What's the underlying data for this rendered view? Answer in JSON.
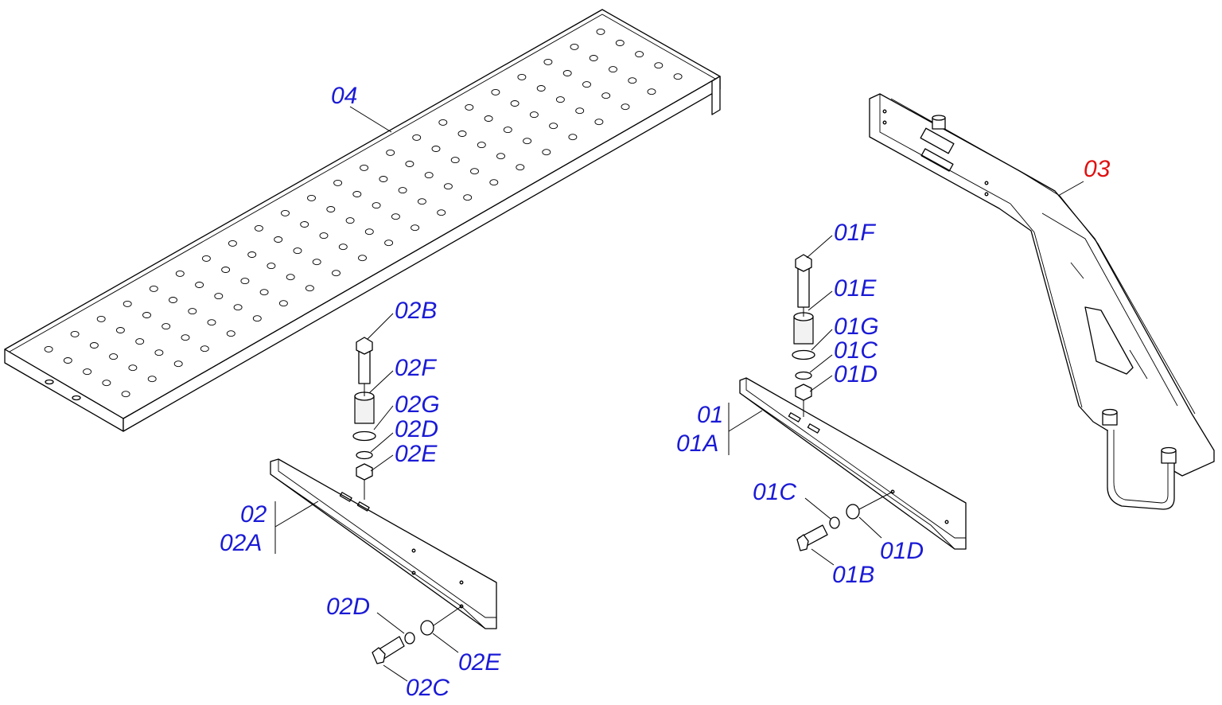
{
  "colors": {
    "label_blue": "#1a1ad6",
    "label_red": "#e01010",
    "line": "#000000"
  },
  "labels": {
    "l04": "04",
    "l03": "03",
    "l01F": "01F",
    "l01E": "01E",
    "l01G": "01G",
    "l01C_top": "01C",
    "l01D_top": "01D",
    "l01": "01",
    "l01A": "01A",
    "l01C_bot": "01C",
    "l01D_bot": "01D",
    "l01B": "01B",
    "l02B": "02B",
    "l02F": "02F",
    "l02G": "02G",
    "l02D_top": "02D",
    "l02E_top": "02E",
    "l02": "02",
    "l02A": "02A",
    "l02D_bot": "02D",
    "l02E_bot": "02E",
    "l02C": "02C"
  }
}
